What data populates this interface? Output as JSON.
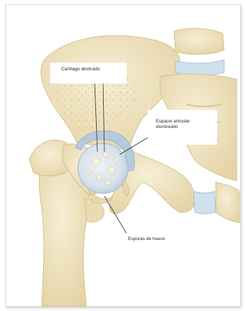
{
  "labels": {
    "cartilage": "Cartílago destruido",
    "space_line1": "Espacio articular",
    "space_line2": "disminuido",
    "spurs": "Esporas de hueso"
  },
  "colors": {
    "bone": "#f1e6c6",
    "bone_shadow": "#dccb9c",
    "trabecular": "#e6d8b0",
    "cartilage": "#c8d8e8",
    "cartilage_dark": "#9fb8cf",
    "leader_line": "#2a2a2a"
  }
}
